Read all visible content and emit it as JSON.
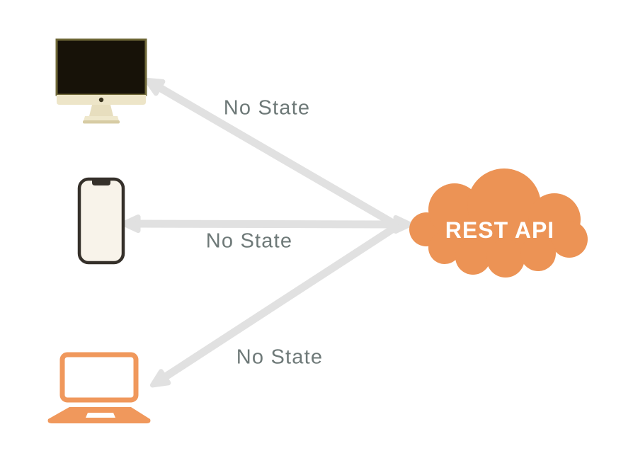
{
  "cloud": {
    "label": "REST API",
    "fill_color": "#EC9355",
    "text_color": "#FFFFFF"
  },
  "devices": [
    {
      "name": "desktop-computer",
      "icon": "imac-monitor-icon"
    },
    {
      "name": "smartphone",
      "icon": "smartphone-icon"
    },
    {
      "name": "laptop",
      "icon": "laptop-icon"
    }
  ],
  "connections": [
    {
      "from": "desktop-computer",
      "to": "rest-api-cloud",
      "label": "No State"
    },
    {
      "from": "smartphone",
      "to": "rest-api-cloud",
      "label": "No State"
    },
    {
      "from": "laptop",
      "to": "rest-api-cloud",
      "label": "No State"
    }
  ],
  "colors": {
    "background": "#FFFFFF",
    "arrow_gray": "#E1E1E1",
    "label_text_gray": "#6E7978",
    "cloud_orange": "#EC9355",
    "laptop_orange": "#F0985C",
    "monitor_body_cream": "#EDE5C8",
    "monitor_bezel_olive": "#6F6838",
    "monitor_screen_black": "#171208",
    "phone_frame_dark": "#35302A",
    "phone_screen_cream": "#F8F3EA"
  }
}
